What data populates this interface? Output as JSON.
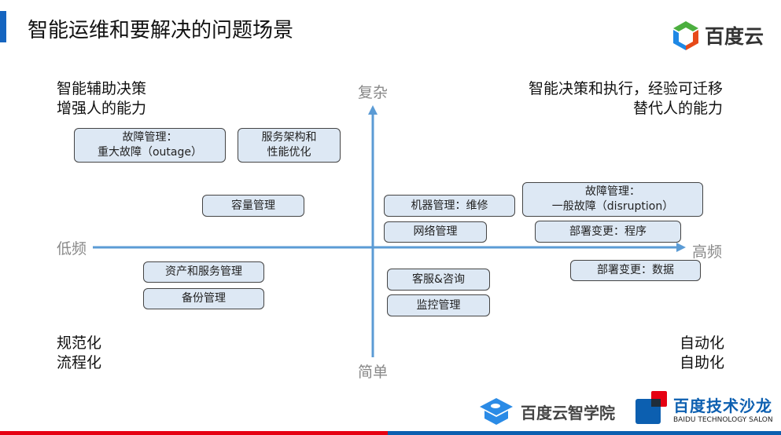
{
  "title": "智能运维和要解决的问题场景",
  "brand": {
    "baidu_cloud": "百度云",
    "academy": "百度云智学院",
    "salon": "百度技术沙龙",
    "salon_en": "BAIDU TECHNOLOGY SALON"
  },
  "axes": {
    "top": "复杂",
    "bottom": "简单",
    "left": "低频",
    "right": "高频"
  },
  "quadrants": {
    "top_left": [
      "智能辅助决策",
      "增强人的能力"
    ],
    "top_right": [
      "智能决策和执行，经验可迁移",
      "替代人的能力"
    ],
    "bottom_left": [
      "规范化",
      "流程化"
    ],
    "bottom_right": [
      "自动化",
      "自助化"
    ]
  },
  "boxes": [
    {
      "lines": [
        "故障管理：",
        "重大故障（outage）"
      ]
    },
    {
      "lines": [
        "服务架构和",
        "性能优化"
      ]
    },
    {
      "lines": [
        "容量管理"
      ]
    },
    {
      "lines": [
        "机器管理：维修"
      ]
    },
    {
      "lines": [
        "故障管理：",
        "一般故障（disruption）"
      ]
    },
    {
      "lines": [
        "网络管理"
      ]
    },
    {
      "lines": [
        "部署变更：程序"
      ]
    },
    {
      "lines": [
        "资产和服务管理"
      ]
    },
    {
      "lines": [
        "备份管理"
      ]
    },
    {
      "lines": [
        "客服&咨询"
      ]
    },
    {
      "lines": [
        "监控管理"
      ]
    },
    {
      "lines": [
        "部署变更：数据"
      ]
    }
  ],
  "colors": {
    "accent": "#1565c0",
    "axis": "#5b9bd5",
    "box_fill": "#dde8f4",
    "footer_red": "#e60012",
    "footer_blue": "#0c5fb0"
  }
}
